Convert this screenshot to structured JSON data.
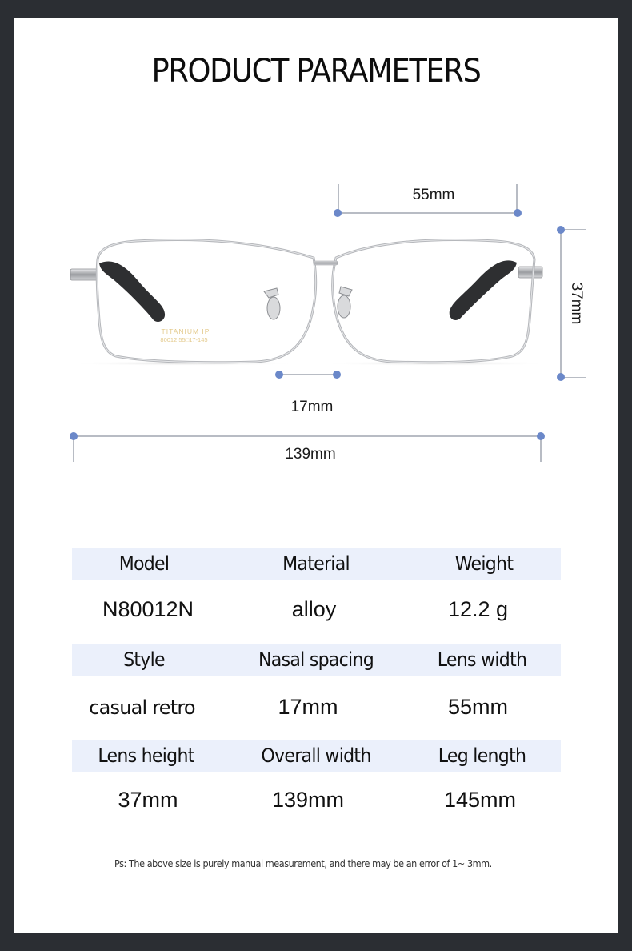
{
  "page": {
    "title": "PRODUCT PARAMETERS",
    "colors": {
      "frame_background": "#2b2e33",
      "sheet_background": "#ffffff",
      "dimension_dot": "#6b88c9",
      "dimension_line": "#b8bcc4",
      "table_header_band": "#ebf0fb"
    }
  },
  "illustration": {
    "subject": "metal rectangular eyeglasses, silver frame with black temple tips",
    "lens_print": {
      "line1": "TITANIUM IP",
      "line2": "80012 55□17-145"
    },
    "dimensions": {
      "lens_width": "55mm",
      "lens_height": "37mm",
      "bridge": "17mm",
      "overall_width": "139mm"
    }
  },
  "spec_table": {
    "rows": [
      {
        "headers": [
          "Model",
          "Material",
          "Weight"
        ],
        "values": [
          "N80012N",
          "alloy",
          "12.2 g"
        ]
      },
      {
        "headers": [
          "Style",
          "Nasal spacing",
          "Lens width"
        ],
        "values": [
          "casual retro",
          "17mm",
          "55mm"
        ]
      },
      {
        "headers": [
          "Lens height",
          "Overall width",
          "Leg length"
        ],
        "values": [
          "37mm",
          "139mm",
          "145mm"
        ]
      }
    ]
  },
  "footnote": "Ps: The above size is purely manual measurement, and there may be an error of 1~ 3mm."
}
